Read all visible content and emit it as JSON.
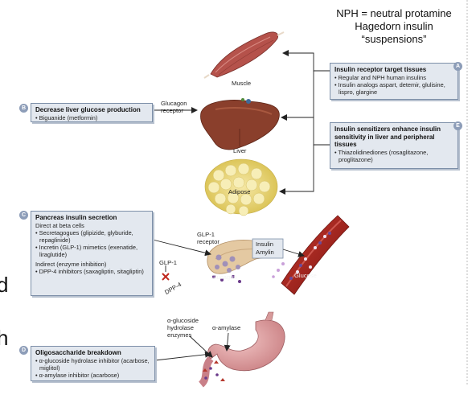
{
  "note": {
    "lines": [
      "NPH = neutral protamine",
      "Hagedorn insulin",
      "“suspensions”"
    ]
  },
  "organs": {
    "muscle": "Muscle",
    "liver": "Liver",
    "adipose": "Adipose",
    "glucagon_receptor": [
      "Glucagon",
      "receptor"
    ],
    "glp1_receptor": [
      "GLP-1",
      "receptor"
    ],
    "insulin": "Insulin",
    "amylin": "Amylin",
    "glucagon": "Glucagon",
    "glucose": "Glucose",
    "glp1": "GLP-1",
    "dpp4": "DPP-4",
    "alpha_glucosidase": [
      "α-glucoside",
      "hydrolase",
      "enzymes"
    ],
    "alpha_amylase": "α-amylase"
  },
  "boxes": {
    "a": {
      "badge": "A",
      "title": "Insulin receptor target tissues",
      "items": [
        "• Regular and NPH human insulins",
        "• Insulin analogs aspart, detemir, glulisine, lispro, glargine"
      ]
    },
    "b": {
      "badge": "B",
      "title": "Decrease liver glucose production",
      "items": [
        "• Biguanide (metformin)"
      ]
    },
    "e": {
      "badge": "E",
      "title": "Insulin sensitizers enhance insulin sensitivity in liver and peripheral tissues",
      "items": [
        "• Thiazolidinediones (rosaglitazone, proglitazone)"
      ]
    },
    "c": {
      "badge": "C",
      "title": "Pancreas insulin secretion",
      "items": [
        "Direct at beta cells",
        "• Secretagogues (glipizide, glyburide, repaglinide)",
        "• Incretin (GLP-1) mimetics (exenatide, liraglutide)",
        "Indirect (enzyme inhibition)",
        "• DPP-4 inhibitors (saxagliptin, sitagliptin)"
      ]
    },
    "d": {
      "badge": "D",
      "title": "Oligosaccharide breakdown",
      "items": [
        "• α-glucoside hydrolase inhibitor (acarbose, miglitol)",
        "• α-amylase inhibitor (acarbose)"
      ]
    }
  },
  "left_cut_letters": [
    "d",
    "h"
  ],
  "colors": {
    "box_fill": "#e3e8ef",
    "box_border": "#7d8fa8",
    "badge": "#8d9db8",
    "muscle": "#b5524b",
    "liver": "#8a3f2c",
    "adipose": "#e8d67a",
    "vessel": "#a8201a",
    "stomach": "#d79a9a"
  }
}
